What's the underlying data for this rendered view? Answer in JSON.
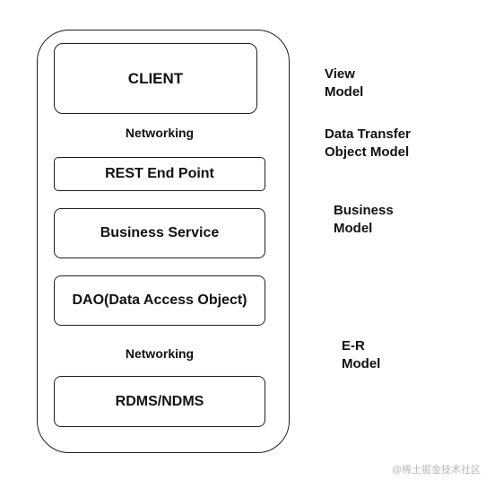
{
  "layers": {
    "client": "CLIENT",
    "rest": "REST End Point",
    "business": "Business Service",
    "dao": "DAO(Data Access Object)",
    "rdms": "RDMS/NDMS"
  },
  "networking": {
    "upper": "Networking",
    "lower": "Networking"
  },
  "models": {
    "view": "View\nModel",
    "dto": "Data Transfer\nObject Model",
    "business": "Business\nModel",
    "er": "E-R\nModel"
  },
  "watermark": "@稀土掘金技术社区"
}
